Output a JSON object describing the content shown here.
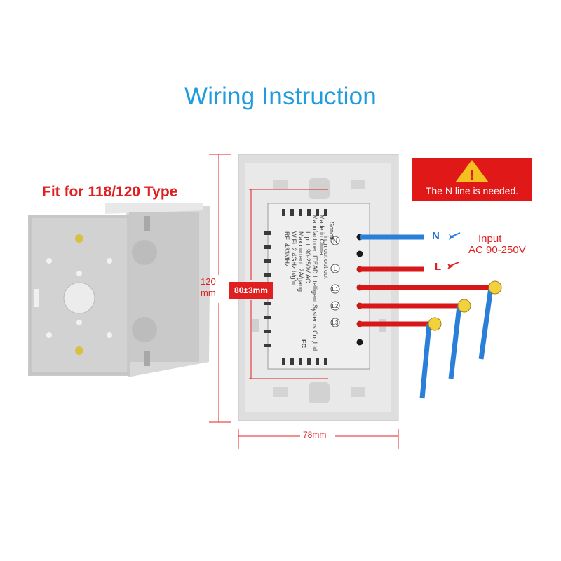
{
  "title": "Wiring Instruction",
  "box": {
    "label": "Fit for 118/120 Type"
  },
  "warning": {
    "text": "The N line is needed.",
    "symbol": "!"
  },
  "input": {
    "label": "Input",
    "range": "AC 90-250V"
  },
  "lines": {
    "n": "N",
    "l": "L"
  },
  "dimensions": {
    "height": "120\nmm",
    "width": "78mm",
    "inner": "80±3mm"
  },
  "module": {
    "brand": "Sonoff",
    "terminals_left": [
      "N",
      "L",
      "L1",
      "L2",
      "L3"
    ],
    "terminal_dir": "in  in  out out out",
    "text": [
      "Made in China",
      "Manufacturer: ITEAD Intelligent Systems Co.,Ltd",
      "Input: 90-250V AC",
      "Max current: 2A/gang",
      "WiFi: 2.4GHz b/g/n",
      "RF: 433MHz",
      "FC"
    ]
  },
  "colors": {
    "title": "#1f9ce0",
    "red": "#e02020",
    "blue": "#1f6fd8",
    "wire_blue": "#2a7fd8",
    "wire_red": "#d81818",
    "bulb": "#f2d23c"
  }
}
